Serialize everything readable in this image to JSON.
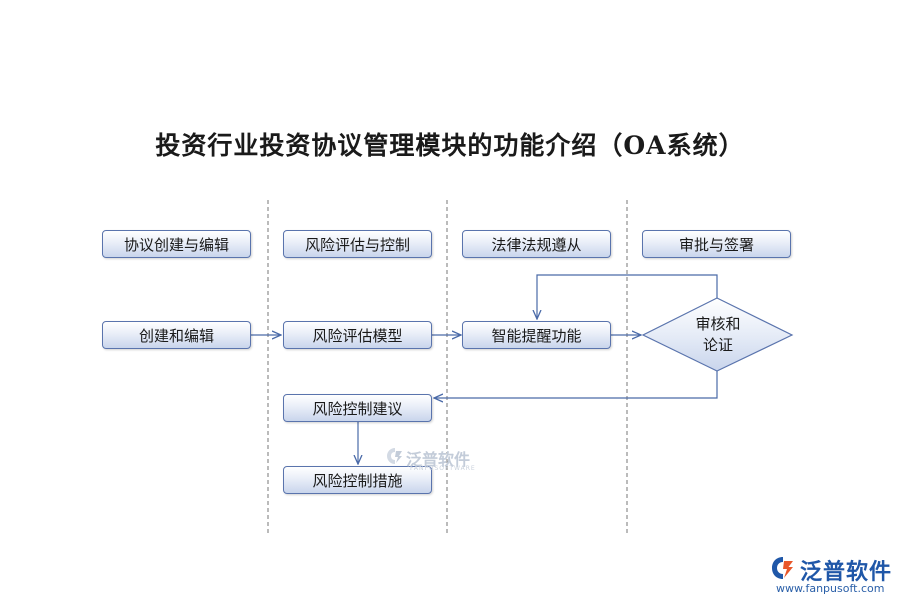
{
  "title": "投资行业投资协议管理模块的功能介绍（OA系统）",
  "lanes": [
    {
      "header": "协议创建与编辑"
    },
    {
      "header": "风险评估与控制"
    },
    {
      "header": "法律法规遵从"
    },
    {
      "header": "审批与签署"
    }
  ],
  "nodes": {
    "create_edit": "创建和编辑",
    "risk_model": "风险评估模型",
    "smart_reminder": "智能提醒功能",
    "review_line1": "审核和",
    "review_line2": "论证",
    "risk_advice": "风险控制建议",
    "risk_measures": "风险控制措施"
  },
  "colors": {
    "box_border": "#5a74ad",
    "arrow": "#4a6aa8",
    "divider": "#777777",
    "brand": "#1f57a8"
  },
  "watermark": {
    "name": "泛普软件",
    "sub": "FANPUSOFTWARE"
  },
  "logo": {
    "name": "泛普软件",
    "url": "www.fanpusoft.com"
  }
}
